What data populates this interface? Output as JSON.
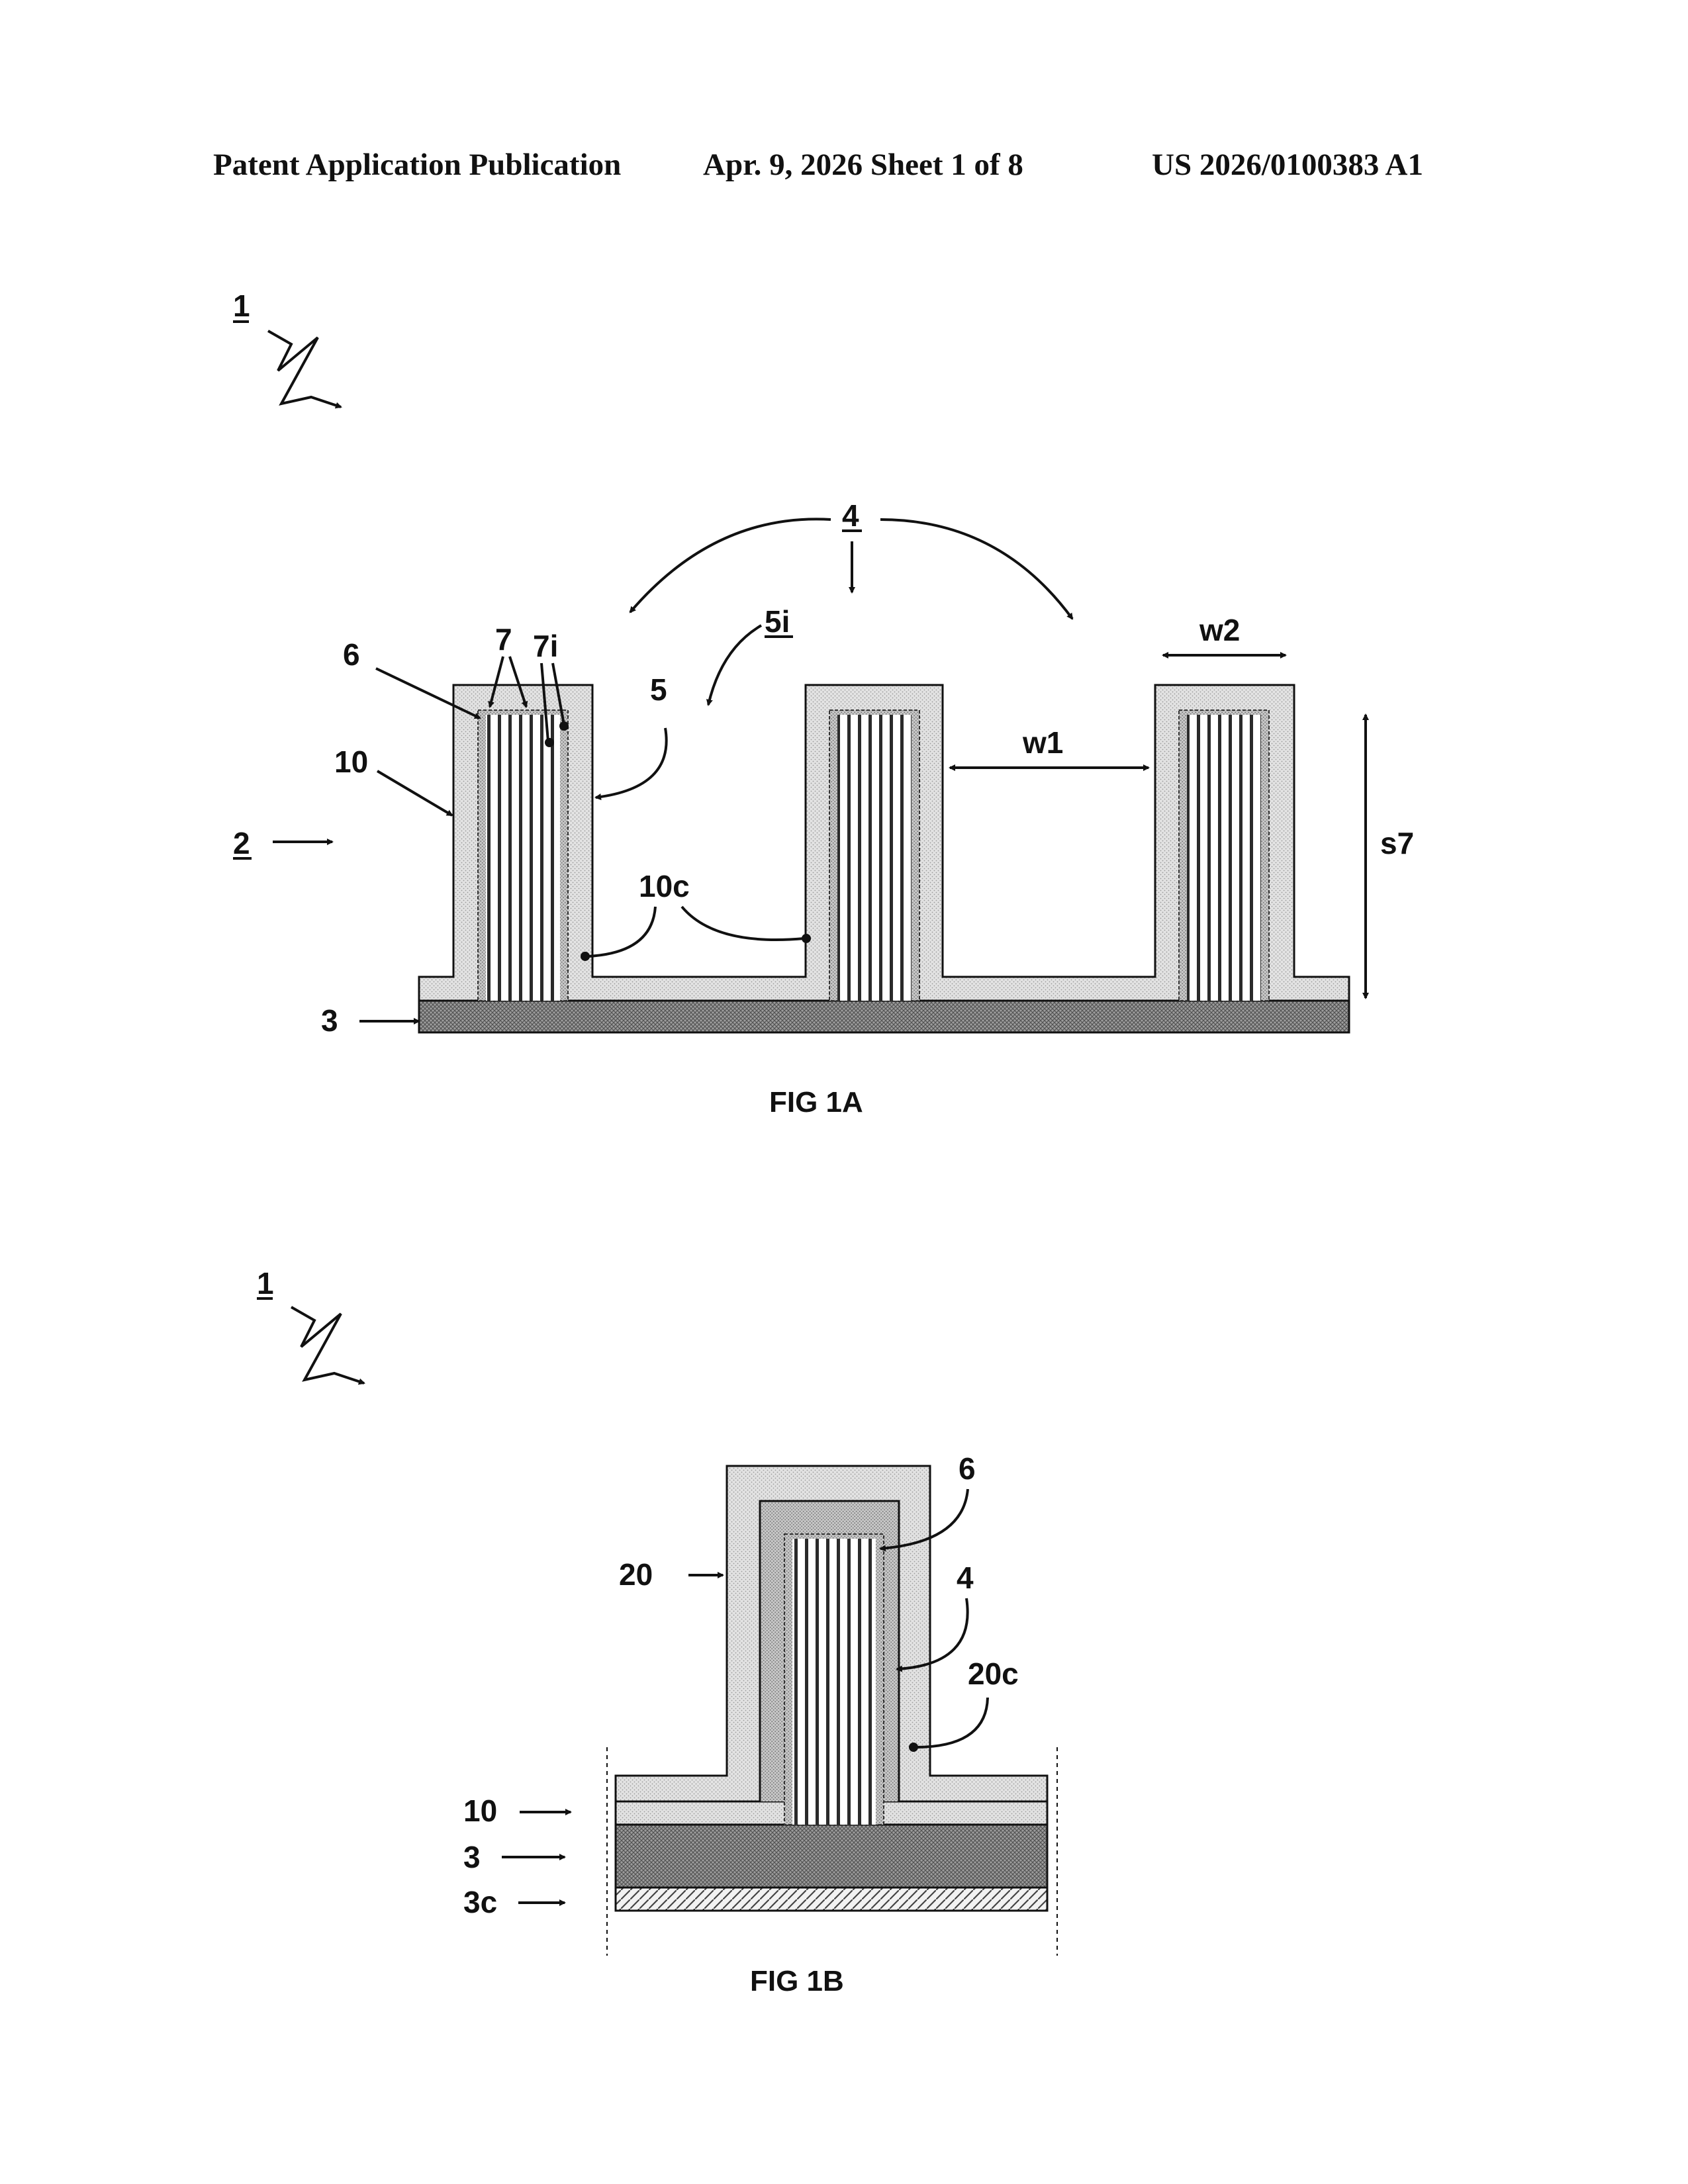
{
  "header": {
    "left": "Patent Application Publication",
    "middle": "Apr. 9, 2026   Sheet 1 of 8",
    "right": "US 2026/0100383 A1"
  },
  "fig1a": {
    "caption": "FIG 1A",
    "labels": {
      "device": "1",
      "structure": "2",
      "substrate": "3",
      "pillars": "4",
      "sidewall": "5",
      "space": "5i",
      "layer6": "6",
      "nanowires": "7",
      "nanowire_i": "7i",
      "coating": "10",
      "coating_contact": "10c",
      "width_w1": "w1",
      "width_w2": "w2",
      "height_s7": "s7"
    }
  },
  "fig1b": {
    "caption": "FIG 1B",
    "labels": {
      "device": "1",
      "layer6": "6",
      "pillar": "4",
      "layer20": "20",
      "contact20": "20c",
      "coating": "10",
      "substrate": "3",
      "substrate_coating": "3c"
    }
  },
  "colors": {
    "stipple_light": "#dcdcdc",
    "stipple_mid": "#b8b8b8",
    "substrate_dark": "#8a8a8a",
    "line": "#111111"
  }
}
